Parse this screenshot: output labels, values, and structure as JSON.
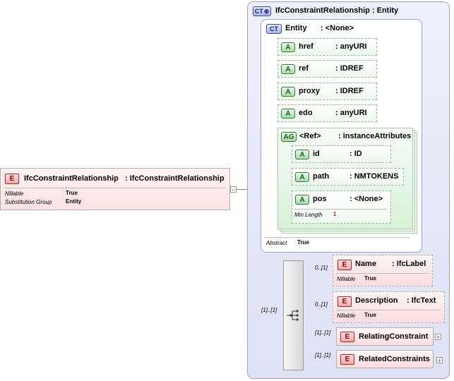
{
  "root": {
    "badge": "E",
    "name": "IfcConstraintRelationship",
    "type": ": IfcConstraintRelationship",
    "props": [
      {
        "key": "Nillable",
        "value": "True"
      },
      {
        "key": "Substitution Group",
        "value": "Entity"
      }
    ]
  },
  "ct_main": {
    "badge": "CT",
    "title": "IfcConstraintRelationship : Entity"
  },
  "ct_inner": {
    "badge": "CT",
    "name": "Entity",
    "type": ": <None>"
  },
  "attributes": [
    {
      "badge": "A",
      "name": "href",
      "type": ": anyURI"
    },
    {
      "badge": "A",
      "name": "ref",
      "type": ": IDREF"
    },
    {
      "badge": "A",
      "name": "proxy",
      "type": ": IDREF"
    },
    {
      "badge": "A",
      "name": "edo",
      "type": ": anyURI"
    }
  ],
  "attr_group": {
    "badge": "AG",
    "name": "<Ref>",
    "type": ": instanceAttributes",
    "items": [
      {
        "badge": "A",
        "name": "id",
        "type": ": ID"
      },
      {
        "badge": "A",
        "name": "path",
        "type": ": NMTOKENS"
      },
      {
        "badge": "A",
        "name": "pos",
        "type": ": <None>"
      }
    ],
    "pos_prop": {
      "key": "Min Length",
      "value": "1"
    }
  },
  "abstract": {
    "key": "Abstract",
    "value": "True"
  },
  "sequence_mult": "[1]..[1]",
  "elements": [
    {
      "badge": "E",
      "mult": "0..[1]",
      "name": "Name",
      "type": ": IfcLabel",
      "props": [
        {
          "key": "Nillable",
          "value": "True"
        }
      ]
    },
    {
      "badge": "E",
      "mult": "0..[1]",
      "name": "Description",
      "type": ": IfcText",
      "props": [
        {
          "key": "Nillable",
          "value": "True"
        }
      ]
    },
    {
      "badge": "E",
      "mult": "[1]..[1]",
      "name": "RelatingConstraint",
      "type": "",
      "expand": "+"
    },
    {
      "badge": "E",
      "mult": "[1]..[1]",
      "name": "RelatedConstraints",
      "type": "",
      "expand": "+"
    }
  ],
  "colors": {
    "element_fill": "#fbdcdc",
    "attribute_fill": "#eef9ee",
    "complex_type_fill": "#e9ebf8",
    "attr_group_fill": "#dff5df"
  },
  "icons": {
    "collapse": "minus-icon",
    "sequence": "sequence-icon"
  }
}
